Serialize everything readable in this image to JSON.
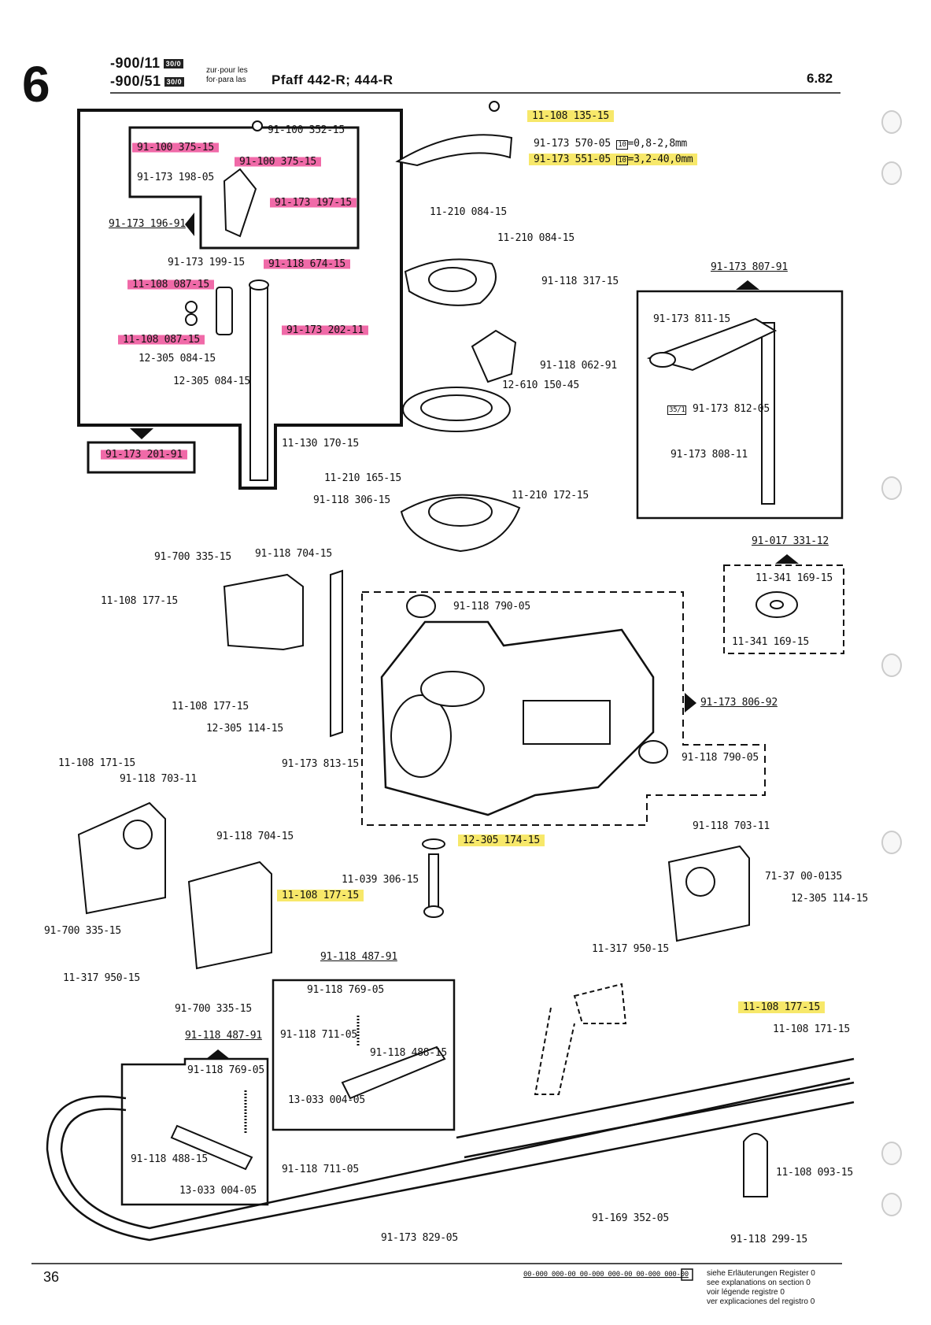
{
  "header": {
    "section_number": "6",
    "model_line_1": "-900/11",
    "model_line_2": "-900/51",
    "badge_1": "30/0",
    "badge_2": "30/0",
    "prep_1": "zur·pour les",
    "prep_2": "for·para las",
    "machine": "Pfaff 442-R; 444-R",
    "version": "6.82"
  },
  "groups": {
    "top_left_subassembly": "91-173 201-91",
    "inner_subassembly": "91-173 196-91",
    "right_subassembly": "91-173 807-91",
    "right_small_subassembly": "91-017 331-12",
    "dashed_main_group": "91-173 806-92",
    "bottom_box_1": "91-118 487-91",
    "bottom_box_2": "91-118 487-91"
  },
  "parts": {
    "p_91_100_352": "91-100 352-15",
    "p_91_100_375a": "91-100 375-15",
    "p_91_100_375b": "91-100 375-15",
    "p_91_173_198": "91-173 198-05",
    "p_91_173_197": "91-173 197-15",
    "p_91_173_199": "91-173 199-15",
    "p_91_118_674": "91-118 674-15",
    "p_11_108_087a": "11-108 087-15",
    "p_11_108_087b": "11-108 087-15",
    "p_91_173_202": "91-173 202-11",
    "p_12_305_084a": "12-305 084-15",
    "p_12_305_084b": "12-305 084-15",
    "p_11_108_135": "11-108 135-15",
    "p_91_173_570": "91-173 570-05",
    "p_91_173_570_range": "=0,8-2,8mm",
    "p_91_173_551": "91-173 551-05",
    "p_91_173_551_range": "=3,2-40,0mm",
    "p_11_210_084a": "11-210 084-15",
    "p_11_210_084b": "11-210 084-15",
    "p_91_118_317": "91-118 317-15",
    "p_91_118_062": "91-118 062-91",
    "p_12_610_150": "12-610 150-45",
    "p_91_173_811": "91-173 811-15",
    "p_91_173_812": "91-173 812-05",
    "p_91_173_808": "91-173 808-11",
    "tag_35_1": "35/1",
    "tag_10": "10",
    "p_11_130_170": "11-130 170-15",
    "p_11_210_165": "11-210 165-15",
    "p_91_118_306": "91-118 306-15",
    "p_11_210_172": "11-210 172-15",
    "p_91_700_335a": "91-700 335-15",
    "p_91_118_704a": "91-118 704-15",
    "p_11_108_177a": "11-108 177-15",
    "p_91_118_790a": "91-118 790-05",
    "p_11_341_169a": "11-341 169-15",
    "p_11_341_169b": "11-341 169-15",
    "p_11_108_177b": "11-108 177-15",
    "p_12_305_114a": "12-305 114-15",
    "p_91_173_813": "91-173 813-15",
    "p_91_118_790b": "91-118 790-05",
    "p_11_108_171a": "11-108 171-15",
    "p_91_118_703a": "91-118 703-11",
    "p_91_118_704b": "91-118 704-15",
    "p_12_305_174": "12-305 174-15",
    "p_11_039_306": "11-039 306-15",
    "p_11_108_177c": "11-108 177-15",
    "p_91_118_703b": "91-118 703-11",
    "p_71_37_00": "71-37 00-0135",
    "p_12_305_114b": "12-305 114-15",
    "p_91_700_335b": "91-700 335-15",
    "p_11_317_950a": "11-317 950-15",
    "p_11_317_950b": "11-317 950-15",
    "p_91_700_335c": "91-700 335-15",
    "p_91_118_769a": "91-118 769-05",
    "p_91_118_711a": "91-118 711-05",
    "p_91_118_488a": "91-118 488-15",
    "p_13_033_004a": "13-033 004-05",
    "p_11_108_177d": "11-108 177-15",
    "p_11_108_171b": "11-108 171-15",
    "p_91_118_769b": "91-118 769-05",
    "p_91_118_488b": "91-118 488-15",
    "p_91_118_711b": "91-118 711-05",
    "p_13_033_004b": "13-033 004-05",
    "p_11_108_093": "11-108 093-15",
    "p_91_169_352": "91-169 352-05",
    "p_91_173_829": "91-173 829-05",
    "p_91_118_299": "91-118 299-15"
  },
  "footer": {
    "page_number": "36",
    "legend_codes": "00-000 000-00  00-000 000-00  00-000 000-00",
    "note_1": "siehe Erläuterungen Register 0",
    "note_2": "see explanations on section 0",
    "note_3": "voir légende registre 0",
    "note_4": "ver explicaciones del registro 0"
  },
  "colors": {
    "highlight_pink": "#f06aa8",
    "highlight_yellow": "#f7e86a"
  }
}
